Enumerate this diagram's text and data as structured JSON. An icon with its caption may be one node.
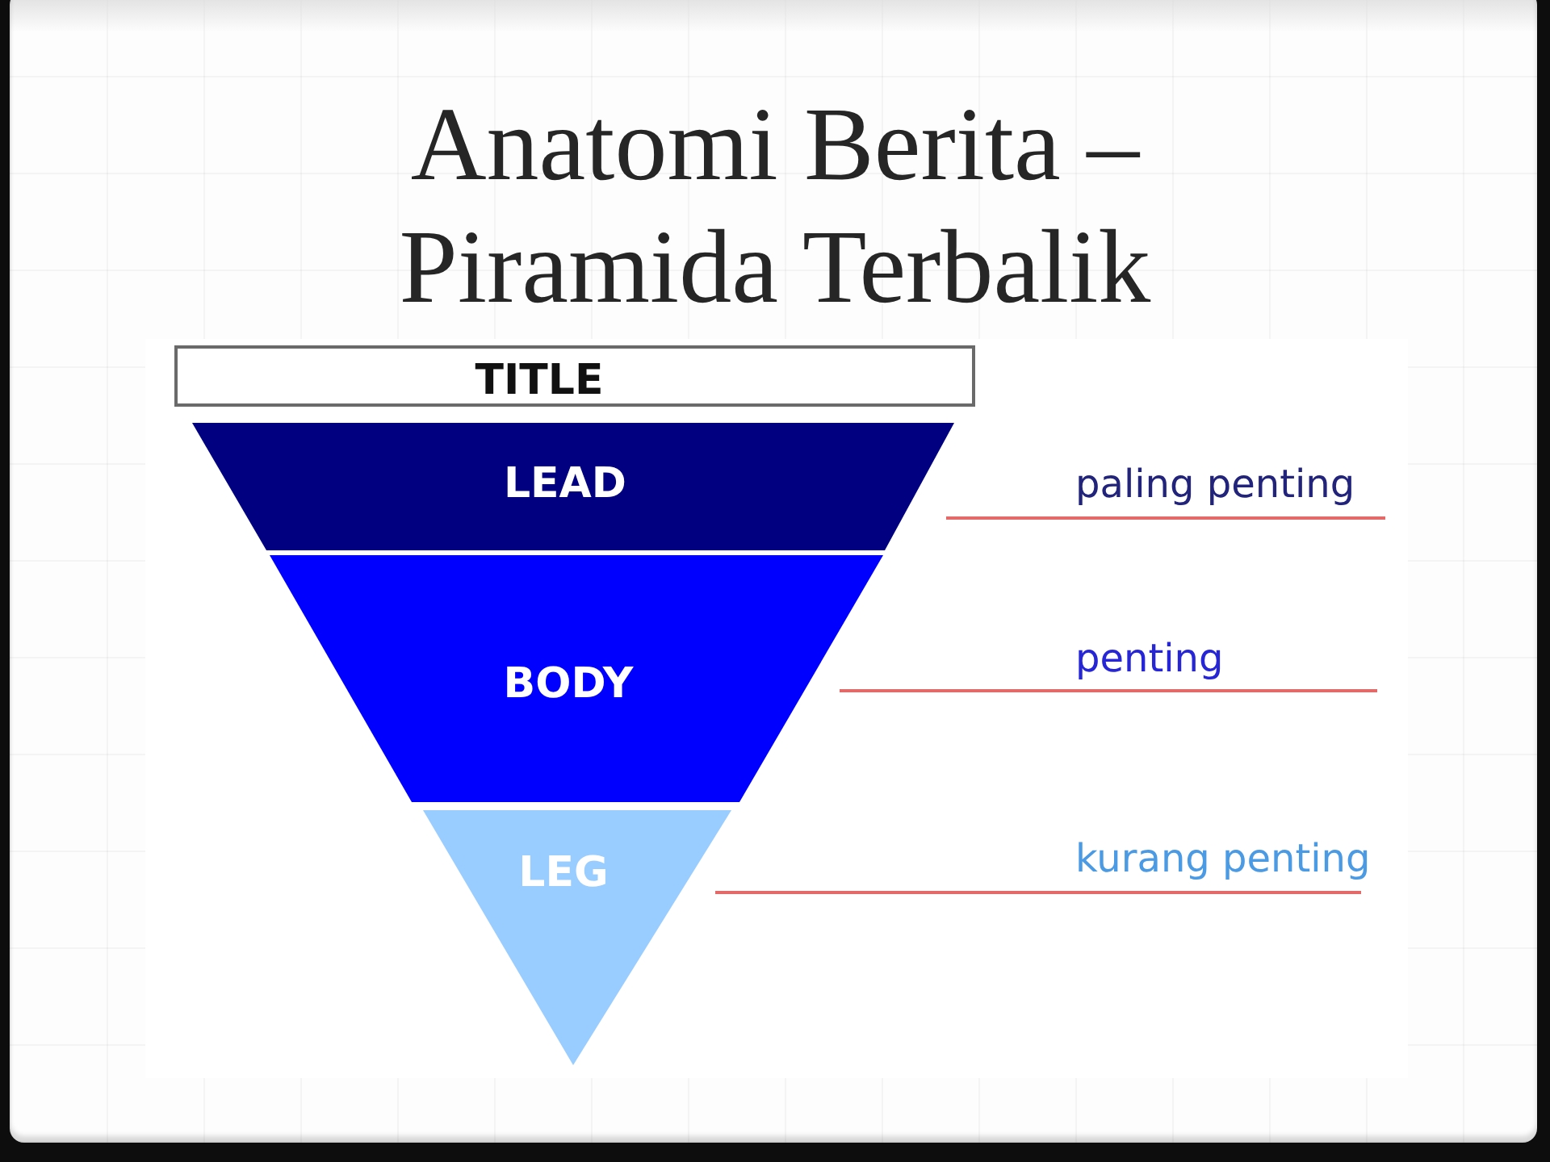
{
  "diagram": {
    "title": "Anatomi Berita – Piramida Terbalik",
    "nodes": [
      {
        "text": [
          "TITLE"
        ]
      },
      {
        "text": [
          "LEAD"
        ]
      },
      {
        "text": [
          "BODY"
        ]
      },
      {
        "text": [
          "LEG"
        ]
      }
    ],
    "labels": [
      "paling penting",
      "penting",
      "kurang penting"
    ]
  }
}
